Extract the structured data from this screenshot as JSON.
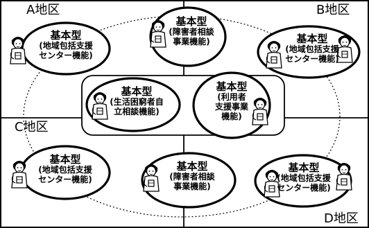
{
  "districts": {
    "a": "A地区",
    "b": "B地区",
    "c": "C地区",
    "d": "D地区"
  },
  "nodes": {
    "top_left": {
      "title": "基本型",
      "line1": "(地域包括支援",
      "line2": "センター機能)"
    },
    "top_center": {
      "title": "基本型",
      "line1": "(障害者相談",
      "line2": "事業機能)"
    },
    "top_right": {
      "title": "基本型",
      "line1": "(地域包括支援",
      "line2": "センター機能)"
    },
    "mid_left": {
      "title": "基本型",
      "line1": "(生活困窮者自",
      "line2": "立相談機能)"
    },
    "mid_right": {
      "title": "基本型",
      "line1": "(利用者",
      "line2": "支援事業",
      "line3": "機能)"
    },
    "bottom_left": {
      "title": "基本型",
      "line1": "(地域包括支援",
      "line2": "センター機能)"
    },
    "bottom_center": {
      "title": "基本型",
      "line1": "(障害者相談",
      "line2": "事業機能)"
    },
    "bottom_right": {
      "title": "基本型",
      "line1": "(地域包括支援",
      "line2": "センター機能)"
    }
  },
  "figure_icon": "staff-person-icon"
}
